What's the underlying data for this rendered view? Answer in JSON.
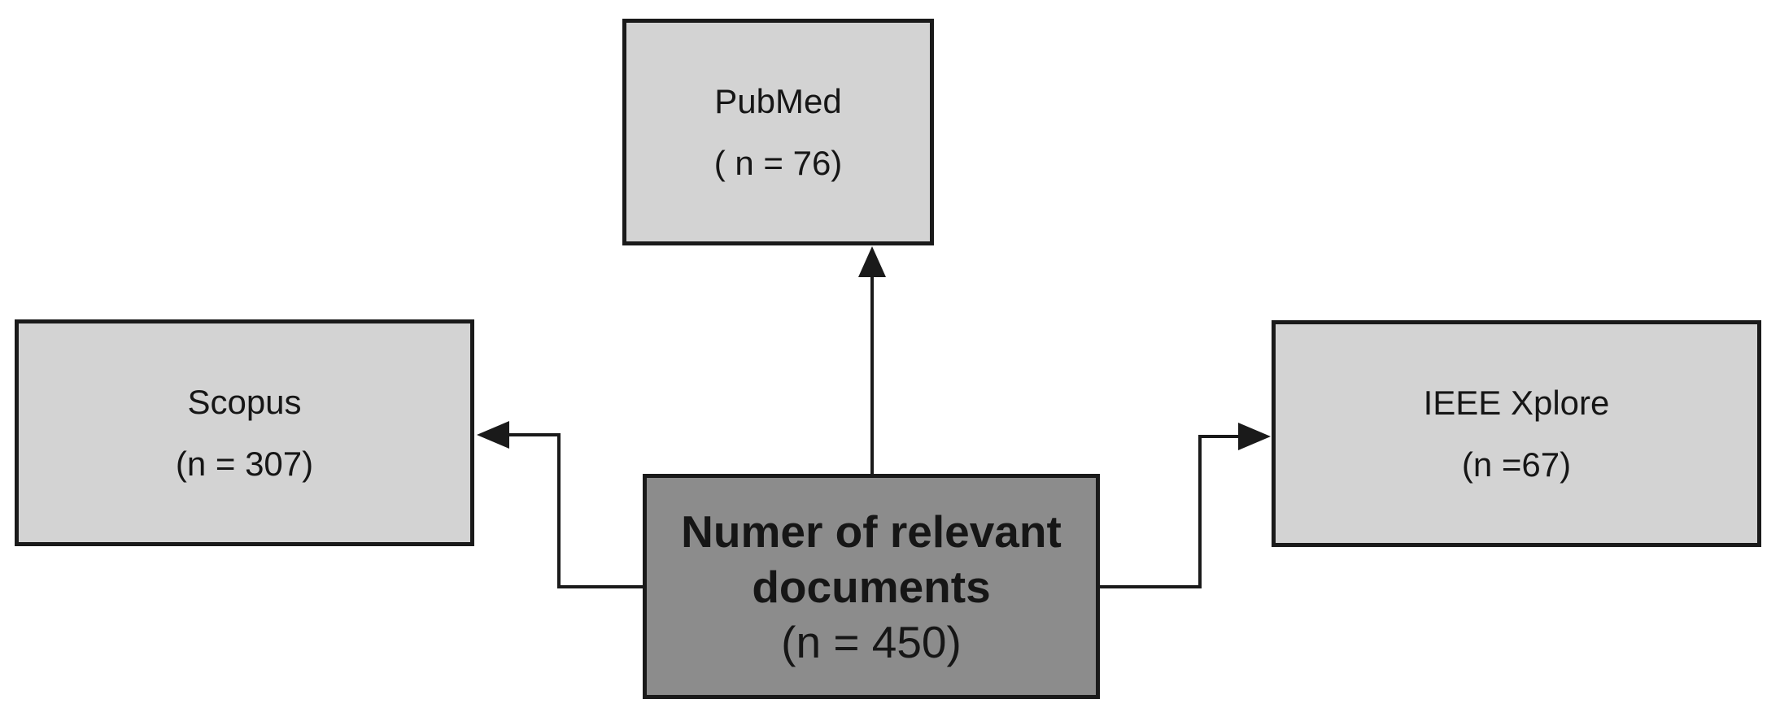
{
  "diagram": {
    "nodes": {
      "pubmed": {
        "title": "PubMed",
        "count": "( n = 76)",
        "fill": "#d3d3d3"
      },
      "scopus": {
        "title": "Scopus",
        "count": "(n = 307)",
        "fill": "#d3d3d3"
      },
      "ieee_xplore": {
        "title": "IEEE Xplore",
        "count": "(n =67)",
        "fill": "#d3d3d3"
      },
      "relevant_documents": {
        "title": "Numer of relevant documents",
        "count": "(n = 450)",
        "fill": "#8c8c8c"
      }
    },
    "edges": [
      {
        "from": "relevant_documents",
        "to": "pubmed"
      },
      {
        "from": "relevant_documents",
        "to": "scopus"
      },
      {
        "from": "relevant_documents",
        "to": "ieee_xplore"
      }
    ],
    "colors": {
      "node_fill_light": "#d3d3d3",
      "node_fill_dark": "#8c8c8c",
      "border": "#1a1a1a",
      "background": "#ffffff"
    }
  }
}
